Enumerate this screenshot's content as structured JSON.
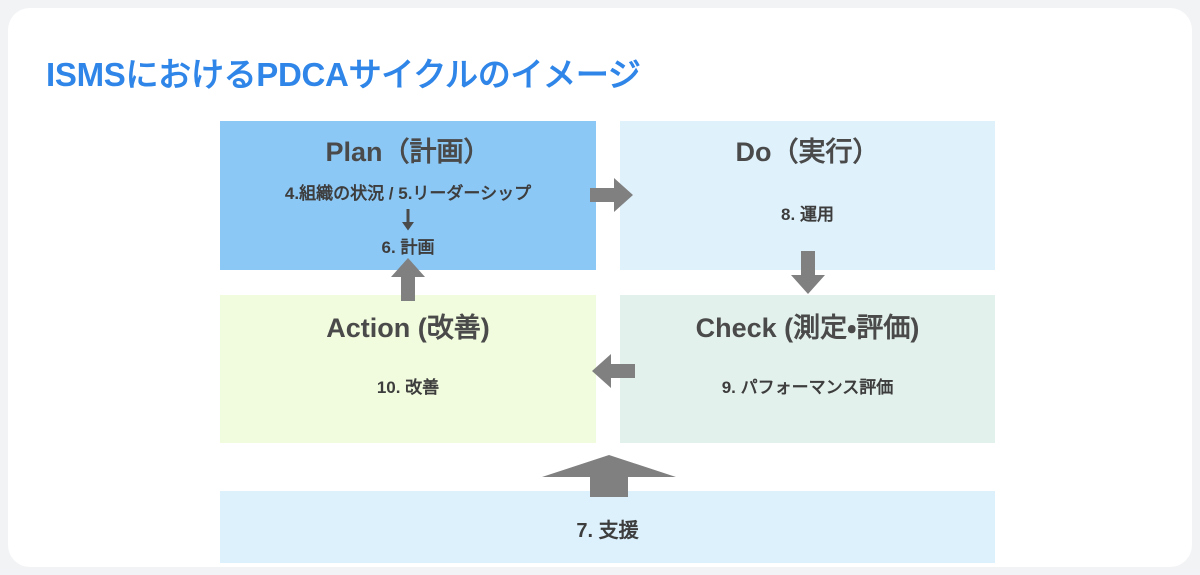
{
  "page": {
    "title": "ISMSにおけるPDCAサイクルのイメージ",
    "title_color": "#2f86e8",
    "background": "#f2f3f5",
    "card_background": "#ffffff"
  },
  "diagram": {
    "type": "pdca-cycle",
    "arrow_color": "#808080",
    "boxes": {
      "plan": {
        "title": "Plan（計画）",
        "line1": "4.組織の状況 / 5.リーダーシップ",
        "inner_arrow_icon": "arrow-down-small",
        "line2": "6. 計画",
        "color": "#8cc8f5"
      },
      "do": {
        "title": "Do（実行）",
        "sub": "8. 運用",
        "color": "#dff2fc"
      },
      "check": {
        "title": "Check (測定・評価)",
        "sub": "9. パフォーマンス評価",
        "color": "#e3f1ec"
      },
      "action": {
        "title": "Action (改善)",
        "sub": "10. 改善",
        "color": "#f1fbdd"
      },
      "support": {
        "sub": "7. 支援",
        "color": "#ddf1fc"
      }
    },
    "arrows": [
      {
        "name": "plan-to-do",
        "direction": "right"
      },
      {
        "name": "do-to-check",
        "direction": "down"
      },
      {
        "name": "check-to-action",
        "direction": "left"
      },
      {
        "name": "action-to-plan",
        "direction": "up"
      },
      {
        "name": "support-up",
        "direction": "up"
      }
    ]
  }
}
